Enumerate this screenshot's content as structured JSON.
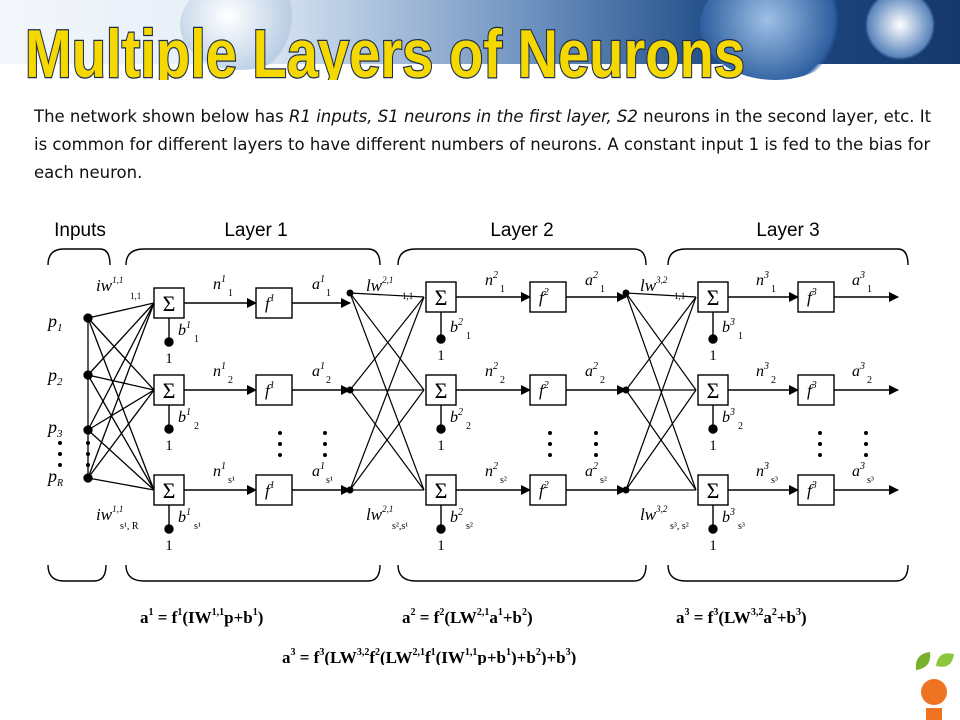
{
  "slide": {
    "title": "Multiple  Layers of Neurons",
    "intro": {
      "p1": "The network shown below has ",
      "e1": "R1 inputs, S1 neurons in the first layer, S2",
      "p2": " neurons in the second layer, etc. It is common for different layers to have different numbers of neurons. A constant input 1 is fed to the bias for each neuron."
    }
  },
  "diagram": {
    "headers": {
      "inputs": "Inputs",
      "layer1": "Layer 1",
      "layer2": "Layer 2",
      "layer3": "Layer 3"
    },
    "inputs": {
      "p1": "p",
      "p1_sub": "1",
      "p2": "p",
      "p2_sub": "2",
      "p3": "p",
      "p3_sub": "3",
      "pr": "p",
      "pr_sub": "R"
    },
    "summer_symbol": "Σ",
    "one": "1",
    "layer1": {
      "w_top": "iw",
      "w_top_sup": "1,1",
      "w_top_sub": "1,1",
      "w_bot": "iw",
      "w_bot_sup": "1,1",
      "w_bot_sub": "s¹, R",
      "f": "f",
      "f_sup": "1",
      "rows": [
        {
          "n": "n",
          "n_sup": "1",
          "n_sub": "1",
          "a": "a",
          "a_sup": "1",
          "a_sub": "1",
          "b": "b",
          "b_sup": "1",
          "b_sub": "1"
        },
        {
          "n": "n",
          "n_sup": "1",
          "n_sub": "2",
          "a": "a",
          "a_sup": "1",
          "a_sub": "2",
          "b": "b",
          "b_sup": "1",
          "b_sub": "2"
        },
        {
          "n": "n",
          "n_sup": "1",
          "n_sub": "s¹",
          "a": "a",
          "a_sup": "1",
          "a_sub": "s¹",
          "b": "b",
          "b_sup": "1",
          "b_sub": "s¹"
        }
      ]
    },
    "layer2": {
      "w_top": "lw",
      "w_top_sup": "2,1",
      "w_top_sub": "1,1",
      "w_bot": "lw",
      "w_bot_sup": "2,1",
      "w_bot_sub": "s²,s¹",
      "f": "f",
      "f_sup": "2",
      "rows": [
        {
          "n": "n",
          "n_sup": "2",
          "n_sub": "1",
          "a": "a",
          "a_sup": "2",
          "a_sub": "1",
          "b": "b",
          "b_sup": "2",
          "b_sub": "1"
        },
        {
          "n": "n",
          "n_sup": "2",
          "n_sub": "2",
          "a": "a",
          "a_sup": "2",
          "a_sub": "2",
          "b": "b",
          "b_sup": "2",
          "b_sub": "2"
        },
        {
          "n": "n",
          "n_sup": "2",
          "n_sub": "s²",
          "a": "a",
          "a_sup": "2",
          "a_sub": "s²",
          "b": "b",
          "b_sup": "2",
          "b_sub": "s²"
        }
      ]
    },
    "layer3": {
      "w_top": "lw",
      "w_top_sup": "3,2",
      "w_top_sub": "1,1",
      "w_bot": "lw",
      "w_bot_sup": "3,2",
      "w_bot_sub": "s³, s²",
      "f": "f",
      "f_sup": "3",
      "rows": [
        {
          "n": "n",
          "n_sup": "3",
          "n_sub": "1",
          "a": "a",
          "a_sup": "3",
          "a_sub": "1",
          "b": "b",
          "b_sup": "3",
          "b_sub": "1"
        },
        {
          "n": "n",
          "n_sup": "3",
          "n_sub": "2",
          "a": "a",
          "a_sup": "3",
          "a_sub": "2",
          "b": "b",
          "b_sup": "3",
          "b_sub": "2"
        },
        {
          "n": "n",
          "n_sup": "3",
          "n_sub": "s³",
          "a": "a",
          "a_sup": "3",
          "a_sub": "s³",
          "b": "b",
          "b_sup": "3",
          "b_sub": "s³"
        }
      ]
    },
    "equations": {
      "eq1": {
        "a1": "a",
        "s1": "1",
        "a2": " = f",
        "s2": "1",
        "a3": "(IW",
        "s3": "1,1",
        "a4": "p+b",
        "s4": "1",
        "a5": ")"
      },
      "eq2": {
        "a1": "a",
        "s1": "2",
        "a2": " = f",
        "s2": "2",
        "a3": "(LW",
        "s3": "2,1",
        "a4": "a",
        "s4": "1",
        "a5": "+b",
        "s5": "2",
        "a6": ")"
      },
      "eq3": {
        "a1": "a",
        "s1": "3",
        "a2": " = f",
        "s2": "3",
        "a3": "(LW",
        "s3": "3,2",
        "a4": "a",
        "s4": "2",
        "a5": "+b",
        "s5": "3",
        "a6": ")"
      },
      "eq4": {
        "a1": "a",
        "s1": "3",
        "a2": " = f",
        "s2": "3",
        "a3": "(LW",
        "s3": "3,2",
        "a4": "f",
        "s4": "2",
        "a5": "(LW",
        "s5": "2,1",
        "a6": "f",
        "s6": "1",
        "a7": "(IW",
        "s7": "1,1",
        "a8": "p+b",
        "s8": "1",
        "a9": ")+b",
        "s9": "2",
        "a10": ")+b",
        "s10": "3",
        "a11": ")"
      }
    }
  },
  "colors": {
    "title_fill": "#f5d800",
    "title_stroke": "#1a2d4f",
    "ink": "#000000",
    "logo_orange": "#ee7422",
    "logo_green": "#78b22c"
  }
}
